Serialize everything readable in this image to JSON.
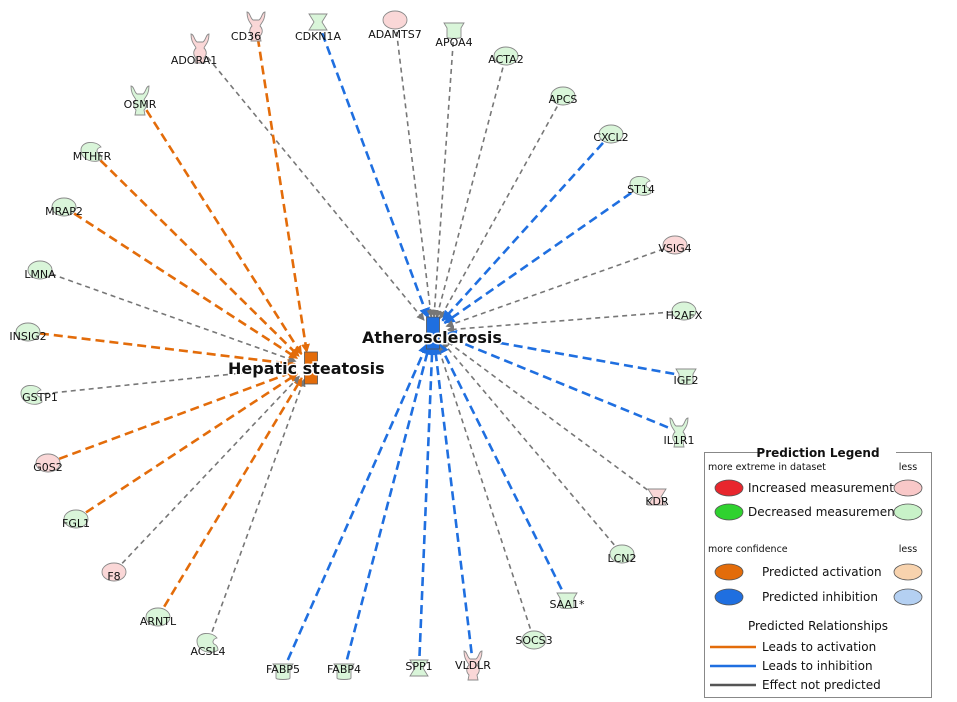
{
  "hubs": [
    {
      "id": "hs",
      "label": "Hepatic steatosis",
      "color": "#e36c0a"
    },
    {
      "id": "ath",
      "label": "Atherosclerosis",
      "color": "#1f6fe0"
    }
  ],
  "nodes": [
    {
      "label": "ADORA1",
      "shape": "receptor",
      "fill": "#fad7d7",
      "target": "ath",
      "relation": "not-predicted"
    },
    {
      "label": "CD36",
      "shape": "receptor",
      "fill": "#fad7d7",
      "target": "hs",
      "relation": "activation"
    },
    {
      "label": "CDKN1A",
      "shape": "kinase",
      "fill": "#d9f5d9",
      "target": "ath",
      "relation": "inhibition"
    },
    {
      "label": "ADAMTS7",
      "shape": "ellipse",
      "fill": "#fad7d7",
      "target": "ath",
      "relation": "not-predicted"
    },
    {
      "label": "APOA4",
      "shape": "transporter",
      "fill": "#d9f5d9",
      "target": "ath",
      "relation": "not-predicted"
    },
    {
      "label": "ACTA2",
      "shape": "ellipse",
      "fill": "#d9f5d9",
      "target": "ath",
      "relation": "not-predicted"
    },
    {
      "label": "APCS",
      "shape": "ellipse",
      "fill": "#d9f5d9",
      "target": "ath",
      "relation": "not-predicted"
    },
    {
      "label": "CXCL2",
      "shape": "ellipse",
      "fill": "#d9f5d9",
      "target": "ath",
      "relation": "inhibition"
    },
    {
      "label": "ST14",
      "shape": "enzyme",
      "fill": "#d9f5d9",
      "target": "ath",
      "relation": "inhibition"
    },
    {
      "label": "VSIG4",
      "shape": "ellipse",
      "fill": "#fad7d7",
      "target": "ath",
      "relation": "not-predicted"
    },
    {
      "label": "H2AFX",
      "shape": "ellipse",
      "fill": "#d9f5d9",
      "target": "ath",
      "relation": "not-predicted"
    },
    {
      "label": "IGF2",
      "shape": "transporter",
      "fill": "#d9f5d9",
      "target": "ath",
      "relation": "inhibition"
    },
    {
      "label": "IL1R1",
      "shape": "receptor",
      "fill": "#d9f5d9",
      "target": "ath",
      "relation": "inhibition"
    },
    {
      "label": "KDR",
      "shape": "kinase",
      "fill": "#fad7d7",
      "target": "ath",
      "relation": "not-predicted"
    },
    {
      "label": "LCN2",
      "shape": "ellipse",
      "fill": "#d9f5d9",
      "target": "ath",
      "relation": "not-predicted"
    },
    {
      "label": "SAA1*",
      "shape": "transporter",
      "fill": "#d9f5d9",
      "target": "ath",
      "relation": "inhibition"
    },
    {
      "label": "SOCS3",
      "shape": "ellipse",
      "fill": "#d9f5d9",
      "target": "ath",
      "relation": "not-predicted"
    },
    {
      "label": "VLDLR",
      "shape": "receptor",
      "fill": "#fad7d7",
      "target": "ath",
      "relation": "inhibition"
    },
    {
      "label": "SPP1",
      "shape": "kinase",
      "fill": "#d9f5d9",
      "target": "ath",
      "relation": "inhibition"
    },
    {
      "label": "FABP4",
      "shape": "transporter",
      "fill": "#d9f5d9",
      "target": "ath",
      "relation": "inhibition"
    },
    {
      "label": "FABP5",
      "shape": "transporter",
      "fill": "#d9f5d9",
      "target": "ath",
      "relation": "inhibition"
    },
    {
      "label": "ACSL4",
      "shape": "enzyme",
      "fill": "#d9f5d9",
      "target": "hs",
      "relation": "not-predicted"
    },
    {
      "label": "ARNTL",
      "shape": "ellipse",
      "fill": "#d9f5d9",
      "target": "hs",
      "relation": "activation"
    },
    {
      "label": "F8",
      "shape": "ellipse",
      "fill": "#fad7d7",
      "target": "hs",
      "relation": "not-predicted"
    },
    {
      "label": "FGL1",
      "shape": "ellipse",
      "fill": "#d9f5d9",
      "target": "hs",
      "relation": "activation"
    },
    {
      "label": "G0S2",
      "shape": "ellipse",
      "fill": "#fad7d7",
      "target": "hs",
      "relation": "activation"
    },
    {
      "label": "GSTP1",
      "shape": "enzyme",
      "fill": "#d9f5d9",
      "target": "hs",
      "relation": "not-predicted"
    },
    {
      "label": "INSIG2",
      "shape": "ellipse",
      "fill": "#d9f5d9",
      "target": "hs",
      "relation": "activation"
    },
    {
      "label": "LMNA",
      "shape": "ellipse",
      "fill": "#d9f5d9",
      "target": "hs",
      "relation": "not-predicted"
    },
    {
      "label": "MRAP2",
      "shape": "ellipse",
      "fill": "#d9f5d9",
      "target": "hs",
      "relation": "activation"
    },
    {
      "label": "MTHFR",
      "shape": "enzyme",
      "fill": "#d9f5d9",
      "target": "hs",
      "relation": "activation"
    },
    {
      "label": "OSMR",
      "shape": "receptor",
      "fill": "#d9f5d9",
      "target": "hs",
      "relation": "activation"
    }
  ],
  "relation_colors": {
    "activation": "#e36c0a",
    "inhibition": "#1f6fe0",
    "not-predicted": "#777777"
  },
  "legend": {
    "title": "Prediction Legend",
    "dataset_header_left": "more extreme in dataset",
    "dataset_header_right": "less",
    "increased": "Increased measurement",
    "decreased": "Decreased measurement",
    "confidence_header_left": "more confidence",
    "confidence_header_right": "less",
    "pred_activation": "Predicted activation",
    "pred_inhibition": "Predicted inhibition",
    "relationships_title": "Predicted Relationships",
    "leads_activation": "Leads to activation",
    "leads_inhibition": "Leads to inhibition",
    "not_predicted": "Effect not predicted",
    "colors": {
      "increased_strong": "#e8262d",
      "increased_weak": "#f9c8c8",
      "decreased_strong": "#2fd22f",
      "decreased_weak": "#c8f2c8",
      "activation_strong": "#e36c0a",
      "activation_weak": "#f8d3ae",
      "inhibition_strong": "#1f6fe0",
      "inhibition_weak": "#b4d0f2",
      "line_activation": "#e36c0a",
      "line_inhibition": "#1f6fe0",
      "line_not_predicted": "#555555"
    }
  }
}
